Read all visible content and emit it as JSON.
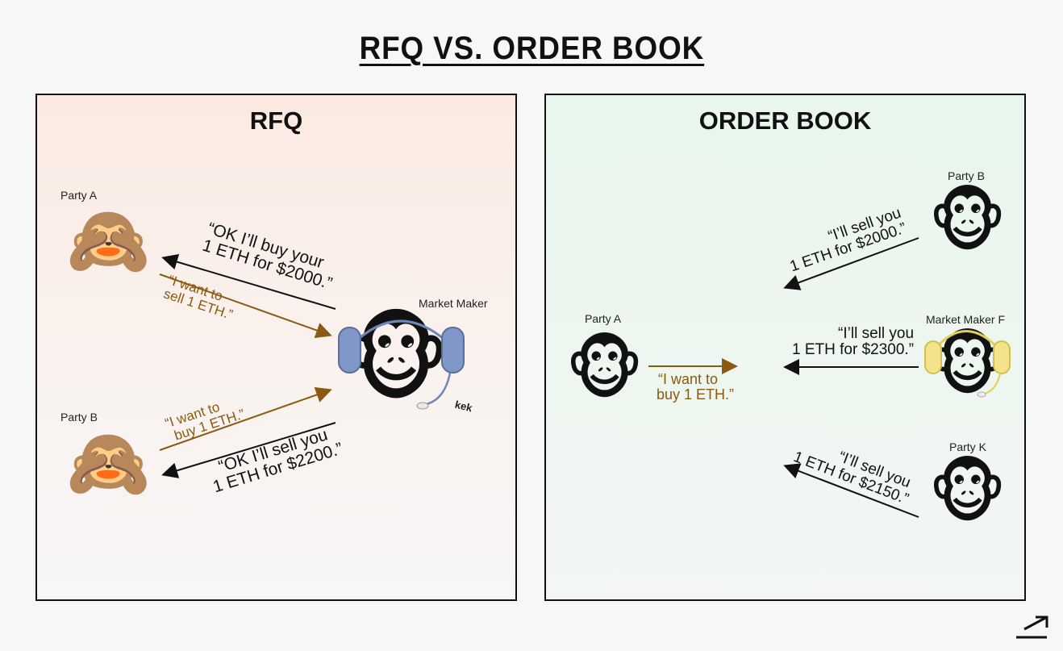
{
  "title": "RFQ VS. ORDER BOOK",
  "rfq": {
    "heading": "RFQ",
    "party_a_label": "Party A",
    "party_b_label": "Party B",
    "market_maker_label": "Market Maker",
    "kek": "kek",
    "mm_reply_a": [
      "“OK I’ll buy your",
      "1 ETH for $2000.”"
    ],
    "party_a_request": [
      "“I want to",
      "sell 1 ETH.”"
    ],
    "party_b_request": [
      "“I want to",
      "buy 1 ETH.”"
    ],
    "mm_reply_b": [
      "“OK I’ll sell you",
      "1 ETH for $2200.”"
    ]
  },
  "order_book": {
    "heading": "ORDER BOOK",
    "party_a_label": "Party A",
    "party_a_request": [
      "“I want to",
      "buy 1 ETH.”"
    ],
    "party_b_label": "Party B",
    "party_b_offer": [
      "“I’ll sell you",
      "1 ETH for $2000.”"
    ],
    "mm_f_label": "Market Maker F",
    "mm_f_offer": [
      "“I’ll sell you",
      "1 ETH for $2300.”"
    ],
    "party_k_label": "Party K",
    "party_k_offer": [
      "“I’ll sell you",
      "1 ETH for $2150.”"
    ]
  },
  "icons": {
    "see_no_evil": "see-no-evil-monkey-icon",
    "monkey_face": "monkey-face-icon",
    "headset": "headset-icon",
    "logo": "arrow-logo-icon"
  },
  "colors": {
    "brown_text": "#8a5a12",
    "black_text": "#111111",
    "rfq_bg": "#fbeae2",
    "ob_bg": "#e8f6ec"
  }
}
